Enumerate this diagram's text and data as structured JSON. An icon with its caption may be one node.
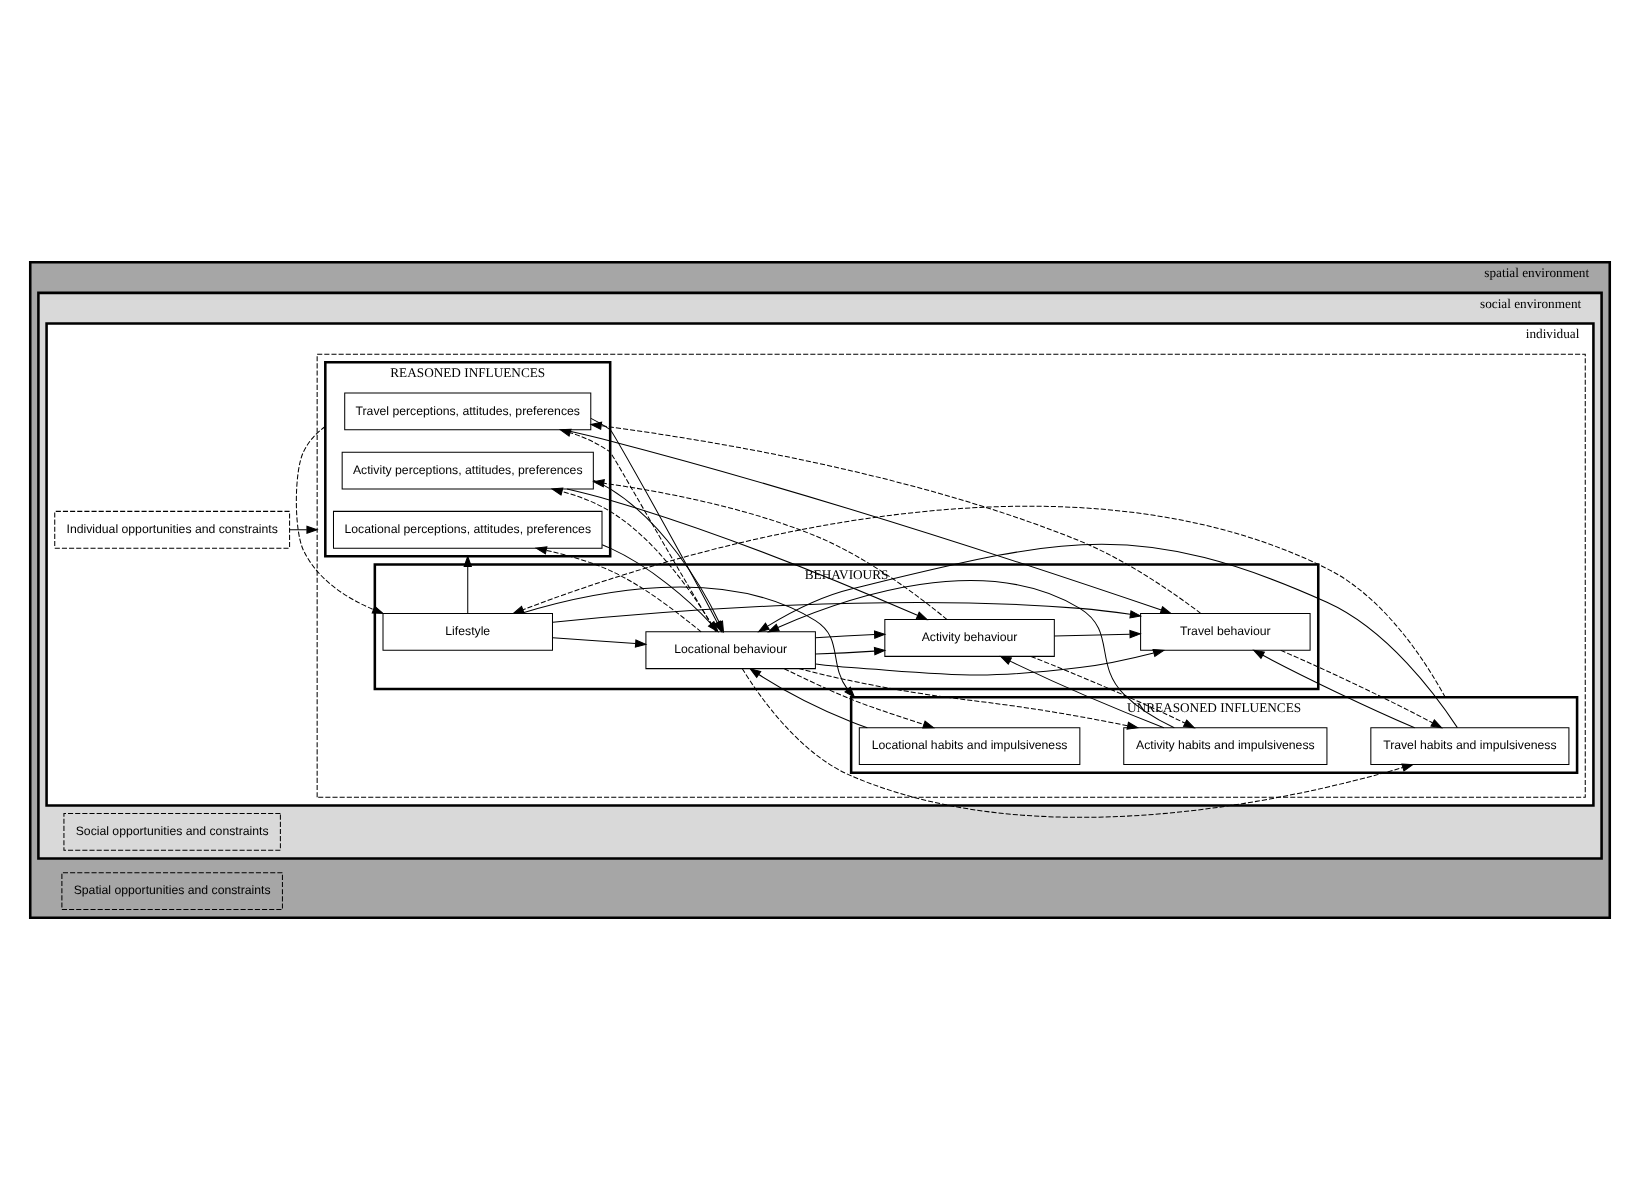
{
  "diagram": {
    "nodes": [
      {
        "text": [
          "spatial environment"
        ]
      },
      {
        "text": [
          "social environment"
        ],
        "in": 0
      },
      {
        "text": [
          "individual"
        ],
        "in": 1
      },
      {
        "text": [],
        "shape": "box",
        "in": 2
      },
      {
        "text": [
          "REASONED INFLUENCES"
        ],
        "in": 3
      },
      {
        "text": [
          "Locational perceptions, attitudes, preferences"
        ],
        "in": 4
      },
      {
        "text": [
          "Activity perceptions, attitudes, preferences"
        ],
        "in": 4
      },
      {
        "text": [
          "Travel perceptions, attitudes, preferences"
        ],
        "in": 4
      },
      {
        "text": [
          "BEHAVIOURS"
        ],
        "in": 3
      },
      {
        "text": [
          "Lifestyle"
        ],
        "in": 8
      },
      {
        "text": [
          "Locational behaviour"
        ],
        "in": 8
      },
      {
        "text": [
          "Activity behaviour"
        ],
        "in": 8
      },
      {
        "text": [
          "Travel behaviour"
        ],
        "in": 8
      },
      {
        "text": [
          "UNREASONED INFLUENCES"
        ],
        "in": 3
      },
      {
        "text": [
          "Locational habits and impulsiveness"
        ],
        "in": 13
      },
      {
        "text": [
          "Activity habits and impulsiveness"
        ],
        "in": 13
      },
      {
        "text": [
          "Travel habits and impulsiveness"
        ],
        "in": 13
      },
      {
        "text": [
          "Individual opportunities and constraints"
        ],
        "in": 2
      },
      {
        "text": [
          "Social opportunities and constraints"
        ],
        "in": 1
      },
      {
        "text": [
          "Spatial opportunities and constraints"
        ],
        "in": 0
      }
    ],
    "edges": [
      {
        "from": 4,
        "to": 9,
        "arrow": "to",
        "style": "dashed"
      },
      {
        "from": 9,
        "to": 4,
        "arrow": "to"
      },
      {
        "from": 9,
        "to": 13,
        "arrow": "to"
      },
      {
        "from": 13,
        "to": 9,
        "arrow": "to",
        "style": "dashed"
      },
      {
        "from": 9,
        "to": 10,
        "arrow": "to"
      },
      {
        "from": 10,
        "to": 11,
        "arrow": "to"
      },
      {
        "from": 11,
        "to": 12,
        "arrow": "to"
      },
      {
        "from": 9,
        "to": 12,
        "arrow": "to"
      },
      {
        "from": 10,
        "to": 11,
        "arrow": "to"
      },
      {
        "from": 10,
        "to": 12,
        "arrow": "to"
      },
      {
        "from": 5,
        "to": 10,
        "arrow": "to"
      },
      {
        "from": 10,
        "to": 5,
        "arrow": "to",
        "style": "dashed"
      },
      {
        "from": 6,
        "to": 10,
        "arrow": "to"
      },
      {
        "from": 10,
        "to": 6,
        "arrow": "to",
        "style": "dashed"
      },
      {
        "from": 7,
        "to": 10,
        "arrow": "to"
      },
      {
        "from": 10,
        "to": 7,
        "arrow": "to",
        "style": "dashed"
      },
      {
        "from": 6,
        "to": 11,
        "arrow": "to"
      },
      {
        "from": 11,
        "to": 6,
        "arrow": "to",
        "style": "dashed"
      },
      {
        "from": 7,
        "to": 12,
        "arrow": "to"
      },
      {
        "from": 12,
        "to": 7,
        "arrow": "to",
        "style": "dashed"
      },
      {
        "from": 14,
        "to": 10,
        "arrow": "to"
      },
      {
        "from": 10,
        "to": 14,
        "arrow": "to",
        "style": "dashed"
      },
      {
        "from": 15,
        "to": 10,
        "arrow": "to"
      },
      {
        "from": 10,
        "to": 15,
        "arrow": "to",
        "style": "dashed"
      },
      {
        "from": 16,
        "to": 10,
        "arrow": "to"
      },
      {
        "from": 10,
        "to": 16,
        "arrow": "to",
        "style": "dashed"
      },
      {
        "from": 15,
        "to": 11,
        "arrow": "to"
      },
      {
        "from": 11,
        "to": 15,
        "arrow": "to",
        "style": "dashed"
      },
      {
        "from": 16,
        "to": 12,
        "arrow": "to"
      },
      {
        "from": 12,
        "to": 16,
        "arrow": "to",
        "style": "dashed"
      },
      {
        "from": 17,
        "to": 3,
        "arrow": "to"
      }
    ]
  }
}
